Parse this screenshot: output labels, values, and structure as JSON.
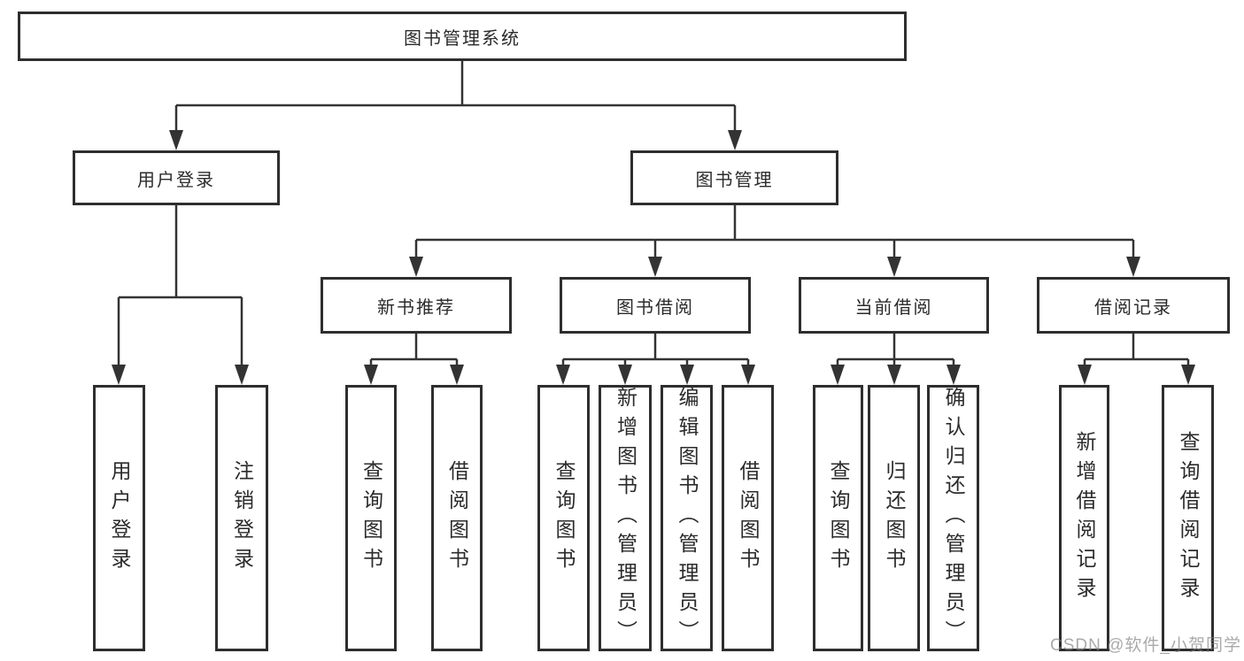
{
  "diagram": {
    "root": {
      "label": "图书管理系统"
    },
    "level2": [
      {
        "label": "用户登录"
      },
      {
        "label": "图书管理"
      }
    ],
    "level3": [
      {
        "label": "新书推荐"
      },
      {
        "label": "图书借阅"
      },
      {
        "label": "当前借阅"
      },
      {
        "label": "借阅记录"
      }
    ],
    "leaves": {
      "user_login": [
        {
          "label": "用户登录"
        },
        {
          "label": "注销登录"
        }
      ],
      "new_books": [
        {
          "label": "查询图书"
        },
        {
          "label": "借阅图书"
        }
      ],
      "book_borrow": [
        {
          "label": "查询图书"
        },
        {
          "label": "新增图书（管理员）"
        },
        {
          "label": "编辑图书（管理员）"
        },
        {
          "label": "借阅图书"
        }
      ],
      "current_borrow": [
        {
          "label": "查询图书"
        },
        {
          "label": "归还图书"
        },
        {
          "label": "确认归还（管理员）"
        }
      ],
      "borrow_records": [
        {
          "label": "新增借阅记录"
        },
        {
          "label": "查询借阅记录"
        }
      ]
    }
  },
  "watermark": {
    "text": "CSDN @软件_小贺同学"
  },
  "colors": {
    "line": "#333333",
    "box_border": "#2e2e2e",
    "text": "#2b2b2b",
    "background": "#ffffff",
    "watermark": "#7d7d7d"
  }
}
